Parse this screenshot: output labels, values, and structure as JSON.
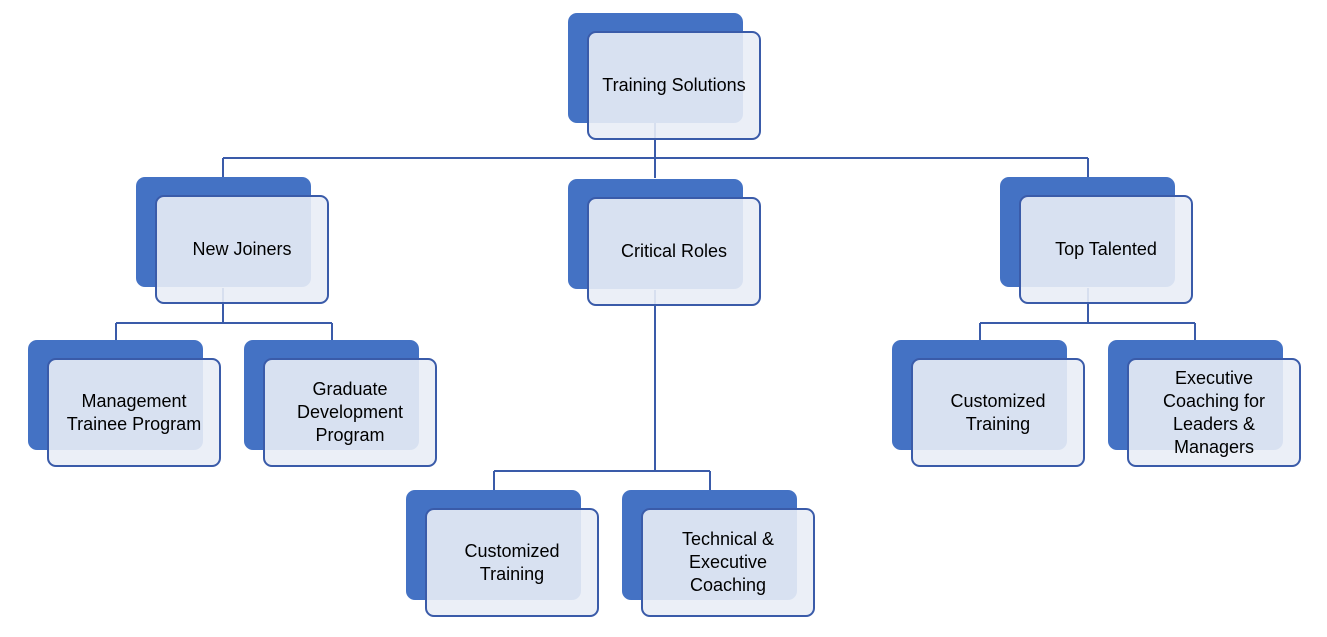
{
  "diagram": {
    "root": {
      "label": "Training Solutions"
    },
    "branches": [
      {
        "label": "New Joiners",
        "children": [
          {
            "label": "Management\nTrainee Program"
          },
          {
            "label": "Graduate\nDevelopment\nProgram"
          }
        ]
      },
      {
        "label": "Critical Roles",
        "children": [
          {
            "label": "Customized\nTraining"
          },
          {
            "label": "Technical &\nExecutive\nCoaching"
          }
        ]
      },
      {
        "label": "Top Talented",
        "children": [
          {
            "label": "Customized\nTraining"
          },
          {
            "label": "Executive\nCoaching for\nLeaders &\nManagers"
          }
        ]
      }
    ]
  },
  "colors": {
    "accent_block": "#4472c4",
    "card_fill": "#e9edf6",
    "connector": "#3a5ba9"
  }
}
